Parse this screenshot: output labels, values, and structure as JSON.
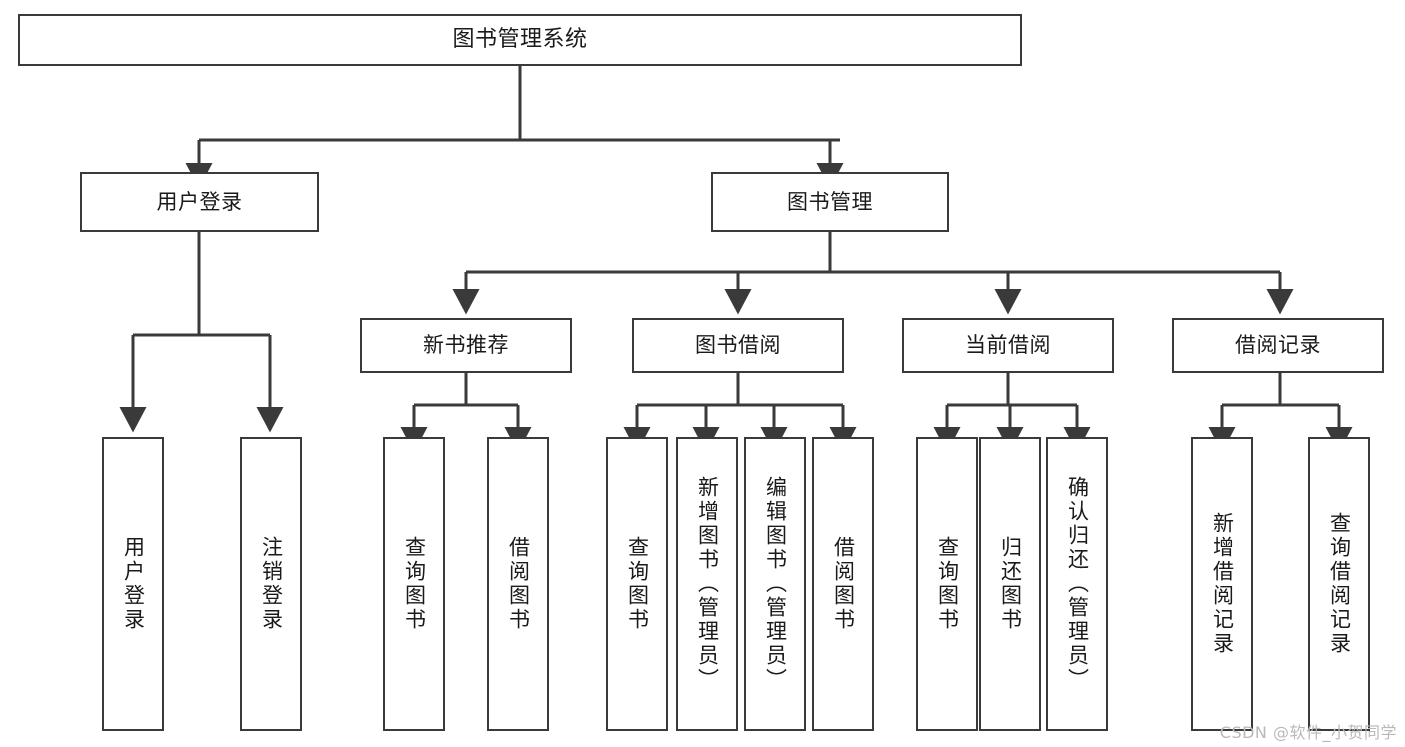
{
  "diagram": {
    "title": "图书管理系统",
    "root": {
      "label": "图书管理系统"
    },
    "level1": [
      {
        "label": "用户登录"
      },
      {
        "label": "图书管理"
      }
    ],
    "level2": [
      {
        "label": "新书推荐"
      },
      {
        "label": "图书借阅"
      },
      {
        "label": "当前借阅"
      },
      {
        "label": "借阅记录"
      }
    ],
    "leaves": {
      "user_login": [
        {
          "label": "用户登录"
        },
        {
          "label": "注销登录"
        }
      ],
      "new_book_recommend": [
        {
          "label": "查询图书"
        },
        {
          "label": "借阅图书"
        }
      ],
      "book_borrow": [
        {
          "label": "查询图书"
        },
        {
          "label": "新增图书（管理员）"
        },
        {
          "label": "编辑图书（管理员）"
        },
        {
          "label": "借阅图书"
        }
      ],
      "current_borrow": [
        {
          "label": "查询图书"
        },
        {
          "label": "归还图书"
        },
        {
          "label": "确认归还（管理员）"
        }
      ],
      "borrow_record": [
        {
          "label": "新增借阅记录"
        },
        {
          "label": "查询借阅记录"
        }
      ]
    },
    "watermark": "CSDN @软件_小贺同学",
    "colors": {
      "stroke": "#3a3a3a",
      "background": "#ffffff",
      "text": "#1a1a1a",
      "watermark": "#b9b9b9"
    }
  }
}
